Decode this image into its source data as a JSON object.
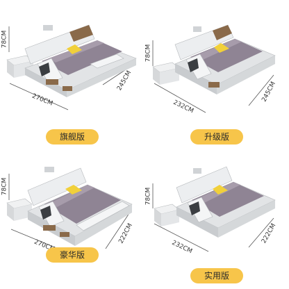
{
  "variants": [
    {
      "label": "旗舰版",
      "height": "78CM",
      "width": "270CM",
      "depth": "245CM"
    },
    {
      "label": "升级版",
      "height": "78CM",
      "width": "232CM",
      "depth": "245CM"
    },
    {
      "label": "豪华版",
      "height": "78CM",
      "width": "270CM",
      "depth": "222CM"
    },
    {
      "label": "实用版",
      "height": "78CM",
      "width": "232CM",
      "depth": "222CM"
    }
  ],
  "colors": {
    "pill": "#f7c54a",
    "mattress": "#8f8494",
    "frame": "#e6e8ea",
    "pillow": "#f1d03a"
  }
}
